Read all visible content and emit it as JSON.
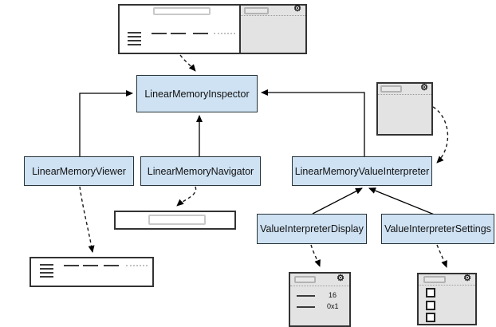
{
  "diagram": {
    "boxes": {
      "inspector": "LinearMemoryInspector",
      "viewer": "LinearMemoryViewer",
      "navigator": "LinearMemoryNavigator",
      "interpreter": "LinearMemoryValueInterpreter",
      "display": "ValueInterpreterDisplay",
      "settings": "ValueInterpreterSettings"
    },
    "display_mockup": {
      "row1": "16",
      "row2": "0x1"
    },
    "icons": {
      "gear": "⚙"
    },
    "colors": {
      "class_fill": "#cfe2f3",
      "class_border": "#263238",
      "mockup_fill": "#e3e3e3",
      "mockup_border": "#333333",
      "connector": "#000000"
    }
  }
}
